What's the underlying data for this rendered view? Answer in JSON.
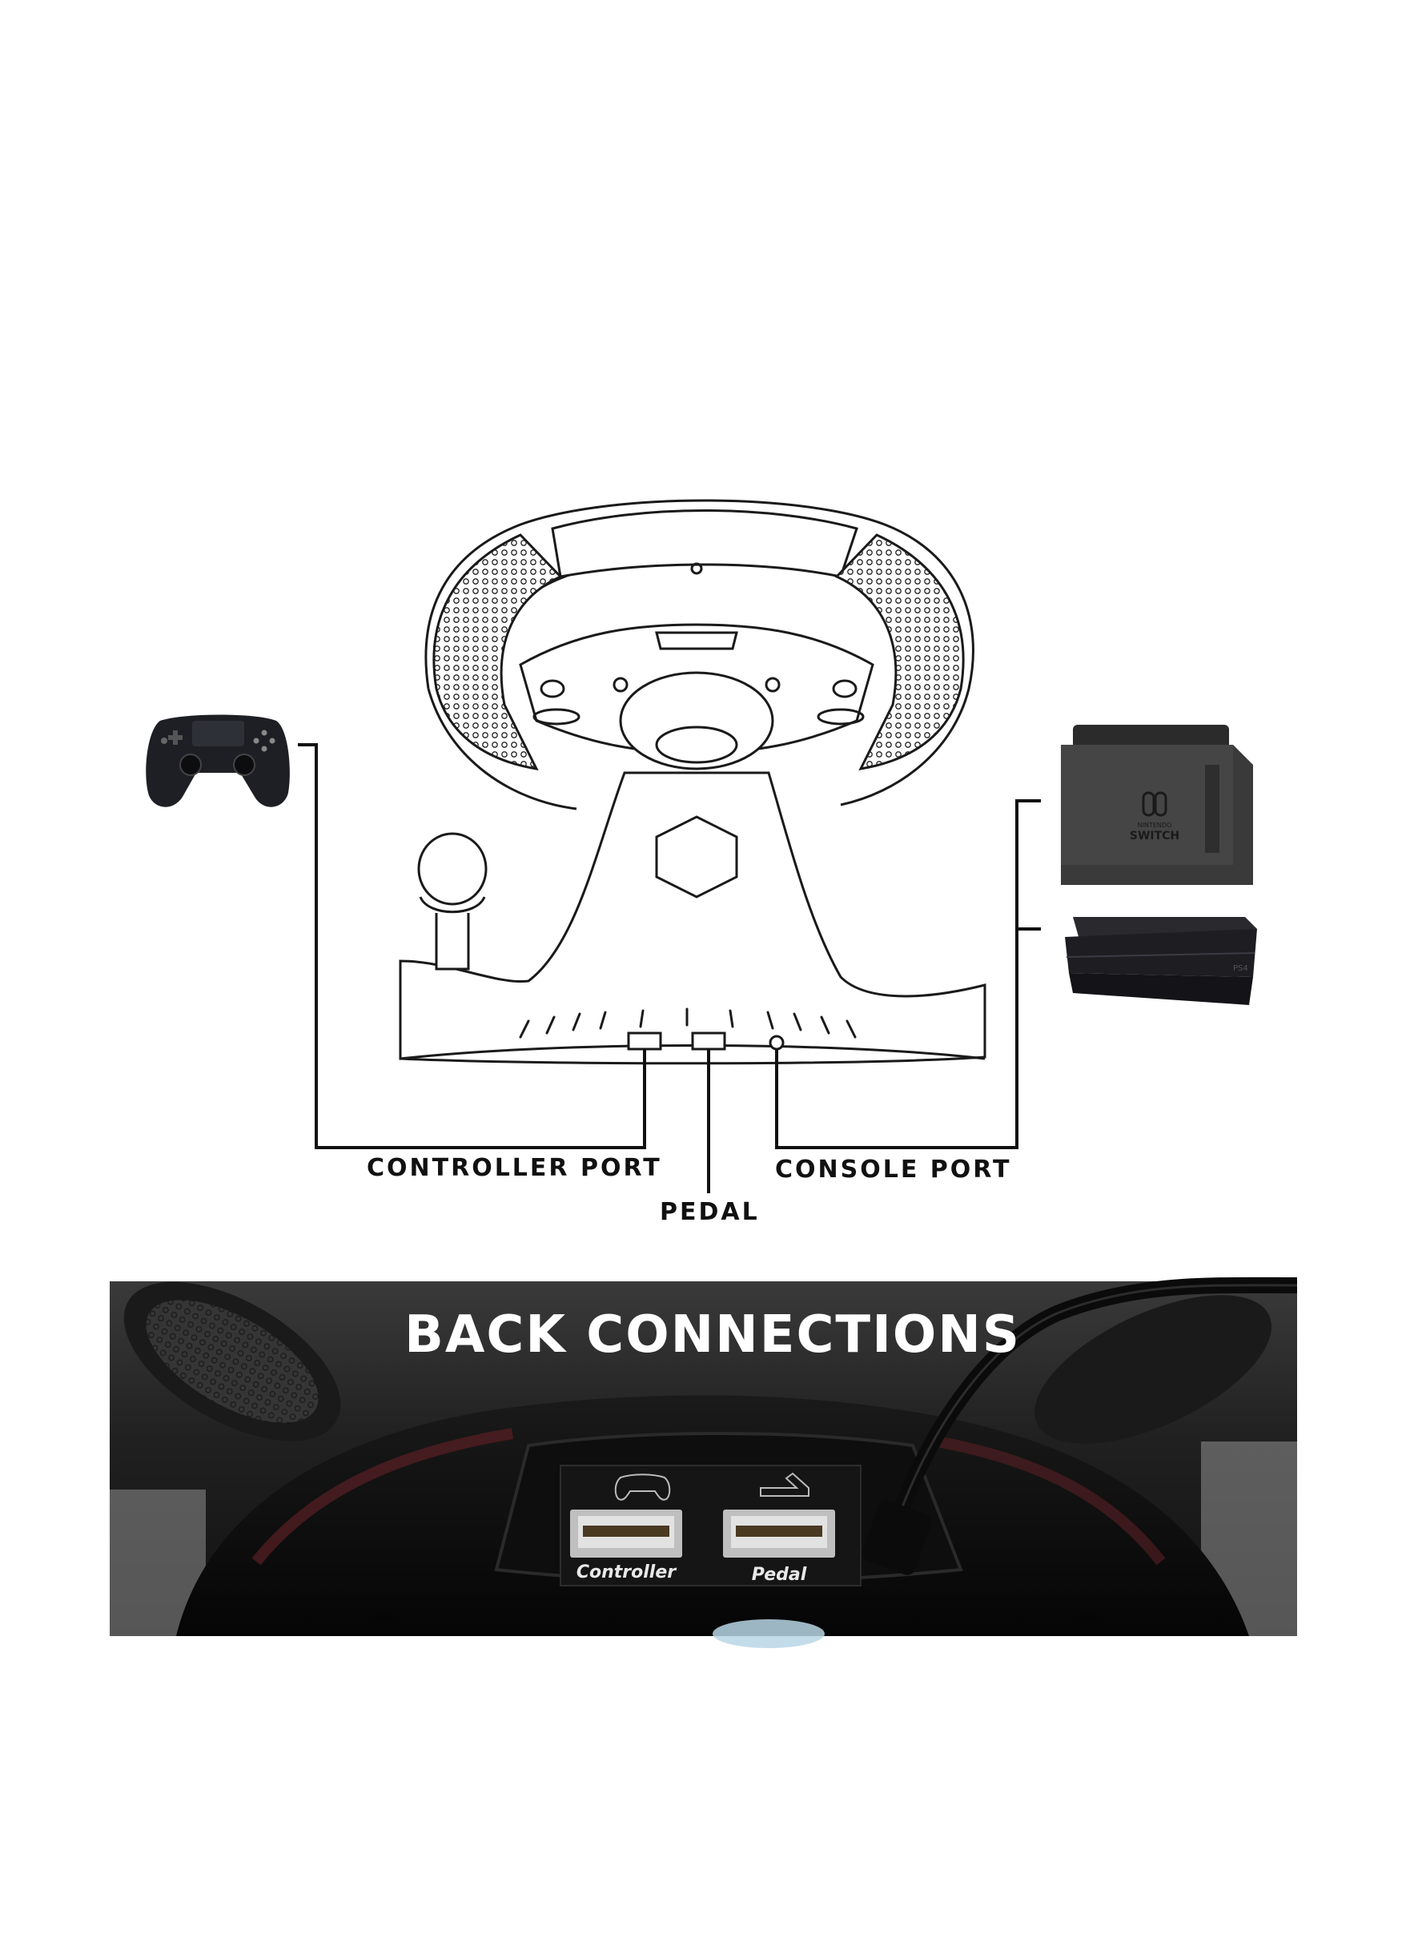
{
  "labels": {
    "controller_port": "CONTROLLER PORT",
    "pedal": "PEDAL",
    "console_port": "CONSOLE PORT"
  },
  "photo": {
    "title": "BACK CONNECTIONS",
    "ports": {
      "controller": "Controller",
      "pedal": "Pedal"
    }
  },
  "console": {
    "switch_brand": "NINTENDO",
    "switch_name": "SWITCH",
    "ps4_mark": "PS4"
  },
  "colors": {
    "line": "#111111",
    "photo_bg": "#2a2a2a",
    "gamepad": "#1e1f24"
  }
}
